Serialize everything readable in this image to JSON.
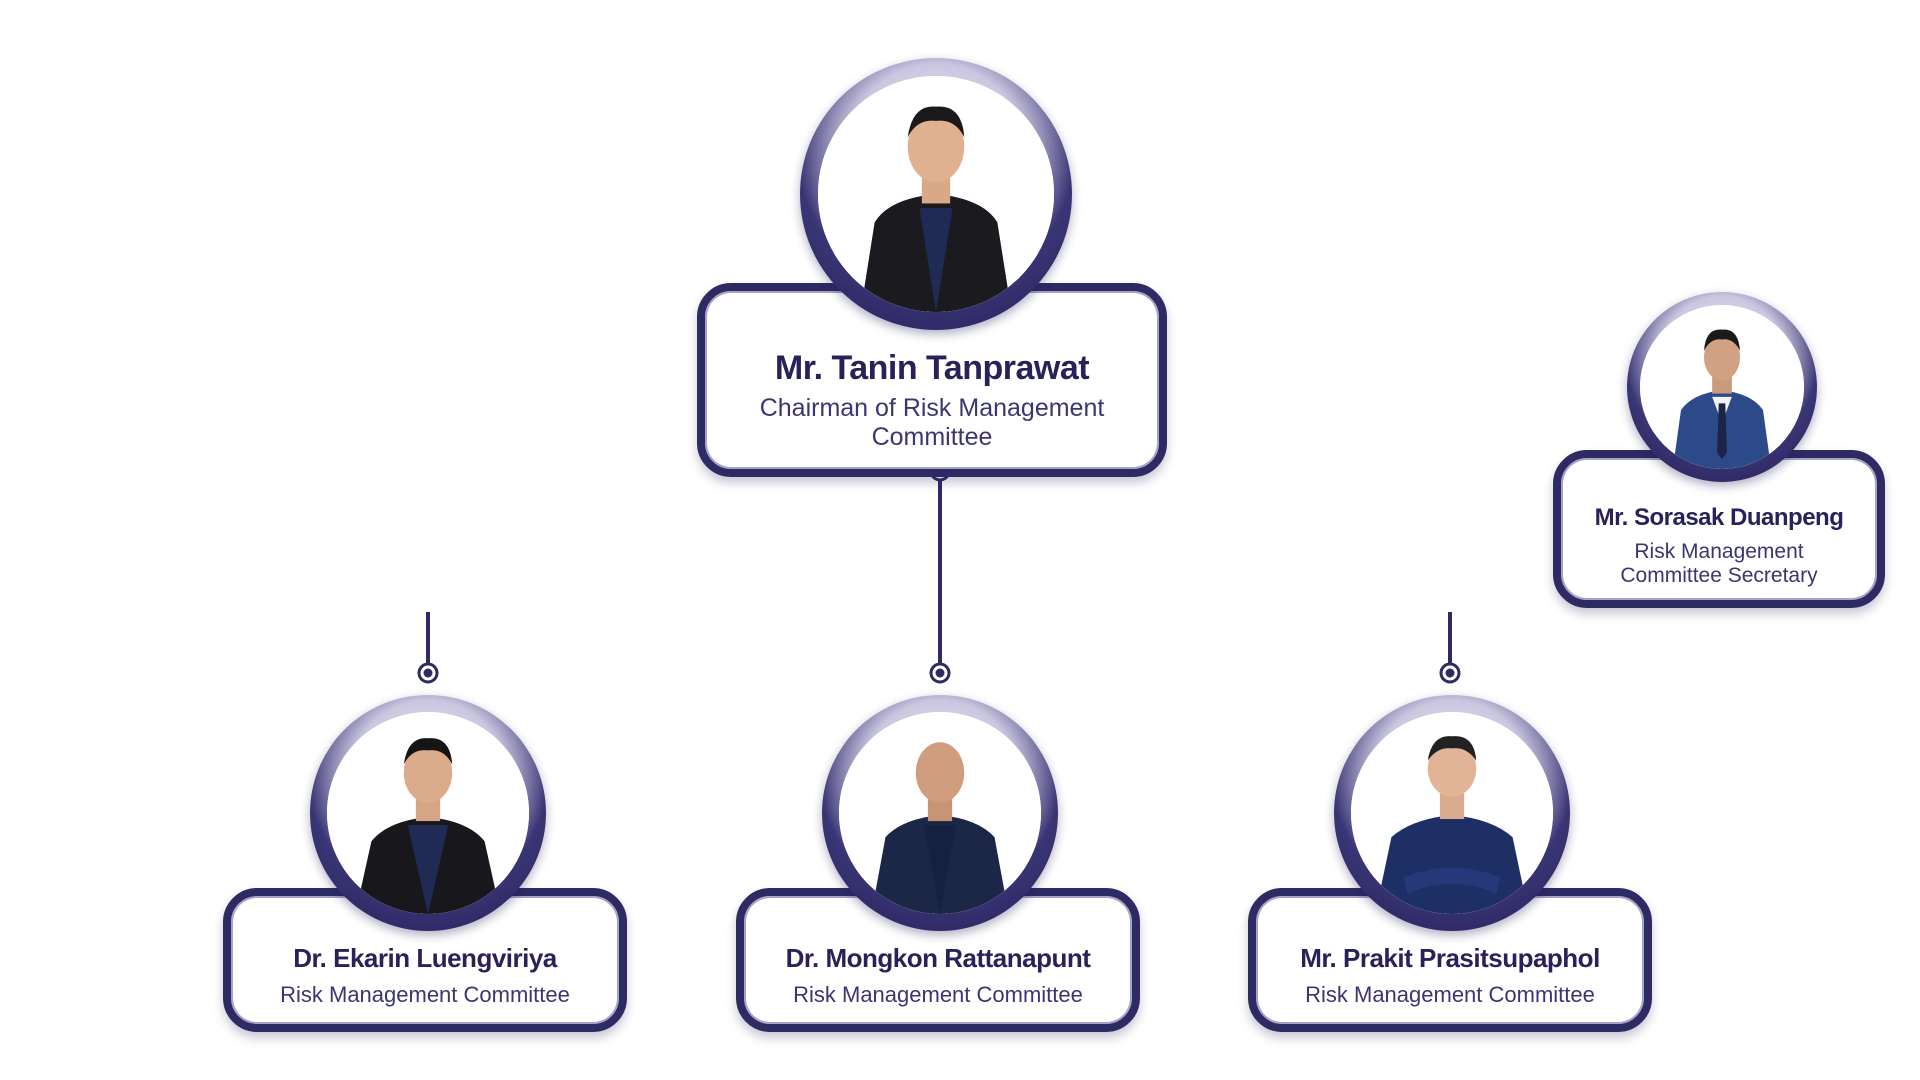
{
  "chairman": {
    "name": "Mr. Tanin Tanprawat",
    "role_line1": "Chairman of Risk Management",
    "role_line2": "Committee"
  },
  "secretary": {
    "name": "Mr. Sorasak Duanpeng",
    "role_line1": "Risk Management",
    "role_line2": "Committee Secretary"
  },
  "members": [
    {
      "name": "Dr. Ekarin Luengviriya",
      "role": "Risk Management Committee"
    },
    {
      "name": "Dr. Mongkon Rattanapunt",
      "role": "Risk Management Committee"
    },
    {
      "name": "Mr. Prakit Prasitsupaphol",
      "role": "Risk Management Committee"
    }
  ],
  "colors": {
    "primary": "#2e2a63",
    "text": "#27235a",
    "ring_light": "#c9c6e0"
  },
  "icons": {
    "photo": "person-photo",
    "connector_node": "connector-dot"
  }
}
